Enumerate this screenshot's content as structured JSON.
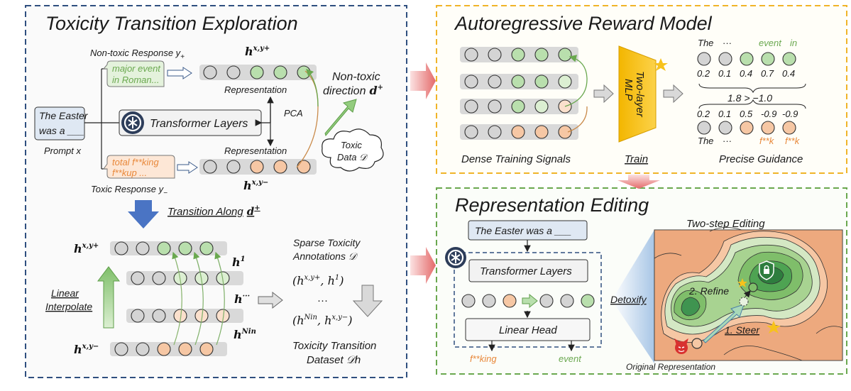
{
  "panels": {
    "exploration": {
      "title": "Toxicity Transition Exploration",
      "prompt_text": [
        "The Easter",
        "was a ___"
      ],
      "prompt_label": "Prompt x",
      "nontoxic_response_label": "Non-toxic Response y",
      "nontoxic_response_sub": "+",
      "nontoxic_text": [
        "major event",
        "in Roman..."
      ],
      "toxic_response_label": "Toxic Response y",
      "toxic_response_sub": "−",
      "toxic_text": [
        "total f**king",
        "f**kup ..."
      ],
      "transformer_label": "Transformer Layers",
      "representation_label": "Representation",
      "pca_label": "PCA",
      "nontoxic_direction": [
        "Non-toxic",
        "direction"
      ],
      "direction_symbol": "d",
      "direction_sup": "+",
      "toxic_data": [
        "Toxic",
        "Data 𝒟"
      ],
      "h_symbol": "h",
      "h_pos_sup": "x,y+",
      "h_neg_sup": "x,y−",
      "transition_label": "Transition Along",
      "linear_interpolate": [
        "Linear",
        "Interpolate"
      ],
      "h1_sup": "1",
      "hdots_sup": "···",
      "hN_sup": "Nin",
      "sparse_annotations": [
        "Sparse Toxicity",
        "Annotations 𝒟"
      ],
      "pair_top": "(h",
      "pair_top_sup": "x,y+",
      "pair_top_end": ", h",
      "pair_top_end_sup": "1",
      "pair_dots": "···",
      "pair_bottom": "(h",
      "pair_bottom_sup": "Nin",
      "pair_bottom_mid": ", h",
      "pair_bottom_mid_sup": "x,y−",
      "dataset_label": [
        "Toxicity Transition",
        "Dataset 𝒟h"
      ]
    },
    "reward_model": {
      "title": "Autoregressive Reward Model",
      "mlp_label": [
        "Two-layer",
        "MLP"
      ],
      "train_label": "Train",
      "dense_label": "Dense Training Signals",
      "guidance_label": "Precise Guidance",
      "top_tokens": [
        "The",
        "···",
        "event",
        "in"
      ],
      "top_scores": [
        "0.2",
        "0.1",
        "0.4",
        "0.7",
        "0.4"
      ],
      "comparison": "1.8  >  −1.0",
      "bottom_scores": [
        "0.2",
        "0.1",
        "0.5",
        "-0.9",
        "-0.9"
      ],
      "bottom_tokens": [
        "The",
        "···",
        "f**k",
        "f**k"
      ]
    },
    "editing": {
      "title": "Representation Editing",
      "prompt_box": "The Easter was a ___",
      "transformer_label": "Transformer Layers",
      "linear_head": "Linear Head",
      "output_toxic": "f**king",
      "output_nontoxic": "event",
      "detoxify_label": "Detoxify",
      "two_step_label": "Two-step Editing",
      "refine_label": "2. Refine",
      "steer_label": "1. Steer",
      "original_label": "Original Representation"
    }
  },
  "colors": {
    "blue_dash": "#2f4f7f",
    "yellow_dash": "#f0b429",
    "green_dash": "#6aa84f",
    "green_text": "#6aa84f",
    "orange_text": "#e8883a",
    "nontoxic_fill": "#b9dfad",
    "toxic_fill": "#f6c7a4",
    "neutral_fill": "#d4d4d4",
    "mlp_yellow": "#f7c21c"
  }
}
